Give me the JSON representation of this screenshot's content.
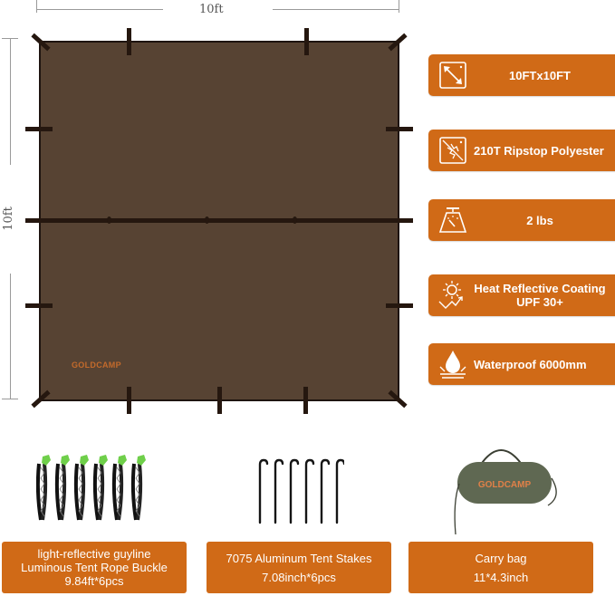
{
  "dimensions": {
    "width_label": "10ft",
    "height_label": "10ft"
  },
  "tarp": {
    "color": "#574333",
    "strap_color": "#25170f",
    "logo_text": "GOLDCAMP"
  },
  "features": [
    {
      "icon": "size-diagonal-icon",
      "label": "10FTx10FT"
    },
    {
      "icon": "ripstop-fabric-icon",
      "label": "210T Ripstop Polyester"
    },
    {
      "icon": "weight-scale-icon",
      "label": "2 lbs"
    },
    {
      "icon": "sun-reflect-icon",
      "label_line1": "Heat Reflective Coating",
      "label_line2": "UPF 30+"
    },
    {
      "icon": "waterproof-drop-icon",
      "label": "Waterproof 6000mm"
    }
  ],
  "accessories": [
    {
      "name": "guyline",
      "line1": "light-reflective guyline",
      "line2": "Luminous Tent Rope Buckle",
      "line3": "9.84ft*6pcs"
    },
    {
      "name": "stakes",
      "line1": "7075 Aluminum Tent Stakes",
      "line2": "7.08inch*6pcs"
    },
    {
      "name": "carry-bag",
      "line1": "Carry bag",
      "line2": "11*4.3inch",
      "bag_logo": "GOLDCAMP"
    }
  ],
  "colors": {
    "accent": "#d06a17",
    "bag": "#5f6852",
    "rope_clip": "#6fcf4a"
  }
}
